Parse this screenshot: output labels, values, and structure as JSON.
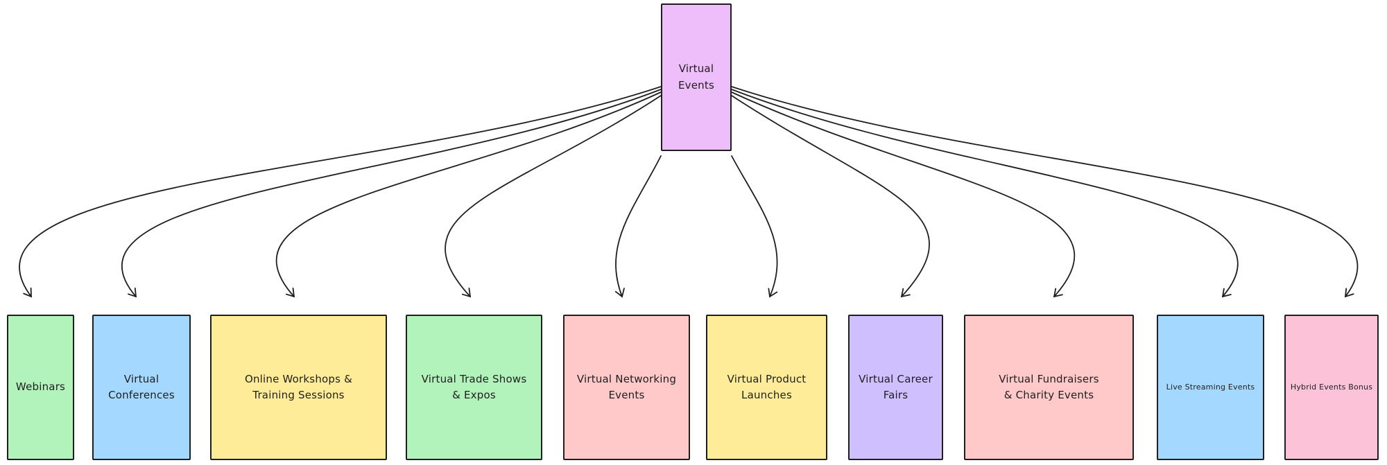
{
  "canvas": {
    "background": "#ffffff",
    "stroke_color": "#1e1e1e"
  },
  "root": {
    "id": "virtual-events",
    "label": "Virtual\nEvents",
    "fill": "#eebefa"
  },
  "children": [
    {
      "id": "webinars",
      "label": "Webinars",
      "fill": "#b2f2bb"
    },
    {
      "id": "virtual-conferences",
      "label": "Virtual\nConferences",
      "fill": "#a5d8ff"
    },
    {
      "id": "online-workshops",
      "label": "Online Workshops &\nTraining Sessions",
      "fill": "#ffec99"
    },
    {
      "id": "trade-shows",
      "label": "Virtual Trade Shows\n& Expos",
      "fill": "#b2f2bb"
    },
    {
      "id": "networking-events",
      "label": "Virtual Networking\nEvents",
      "fill": "#ffc9c9"
    },
    {
      "id": "product-launches",
      "label": "Virtual Product\nLaunches",
      "fill": "#ffec99"
    },
    {
      "id": "career-fairs",
      "label": "Virtual Career\nFairs",
      "fill": "#d0bfff"
    },
    {
      "id": "fundraisers",
      "label": "Virtual Fundraisers\n& Charity Events",
      "fill": "#ffc9c9"
    },
    {
      "id": "live-streaming",
      "label": "Live Streaming Events",
      "fill": "#a5d8ff"
    },
    {
      "id": "hybrid-events",
      "label": "Hybrid Events Bonus",
      "fill": "#fcc2d7"
    }
  ],
  "edges": [
    {
      "from": "Virtual Events",
      "to": "Webinars"
    },
    {
      "from": "Virtual Events",
      "to": "Virtual Conferences"
    },
    {
      "from": "Virtual Events",
      "to": "Online Workshops & Training Sessions"
    },
    {
      "from": "Virtual Events",
      "to": "Virtual Trade Shows & Expos"
    },
    {
      "from": "Virtual Events",
      "to": "Virtual Networking Events"
    },
    {
      "from": "Virtual Events",
      "to": "Virtual Product Launches"
    },
    {
      "from": "Virtual Events",
      "to": "Virtual Career Fairs"
    },
    {
      "from": "Virtual Events",
      "to": "Virtual Fundraisers & Charity Events"
    },
    {
      "from": "Virtual Events",
      "to": "Live Streaming Events"
    },
    {
      "from": "Virtual Events",
      "to": "Hybrid Events Bonus"
    }
  ]
}
